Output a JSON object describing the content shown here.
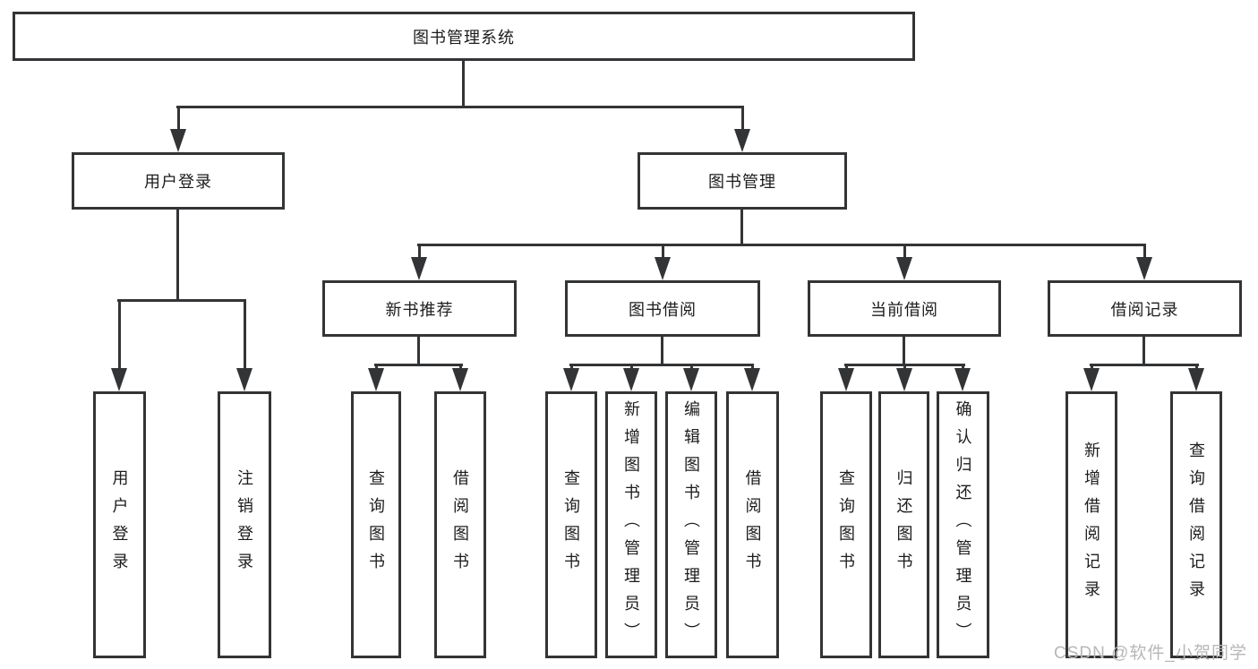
{
  "title": "图书管理系统",
  "colors": {
    "line": "#333436",
    "box_border": "#333436",
    "box_background": "#ffffff",
    "text": "#1c1c1e",
    "watermark": "#b7b7b7"
  },
  "nodes": {
    "root": "图书管理系统",
    "level2": [
      "用户登录",
      "图书管理"
    ],
    "level3": [
      "新书推荐",
      "图书借阅",
      "当前借阅",
      "借阅记录"
    ],
    "leaves": {
      "login": [
        "用户登录",
        "注销登录"
      ],
      "recommend": [
        "查询图书",
        "借阅图书"
      ],
      "borrow": [
        "查询图书",
        "新增图书（管理员）",
        "编辑图书（管理员）",
        "借阅图书"
      ],
      "current": [
        "查询图书",
        "归还图书",
        "确认归还（管理员）"
      ],
      "records": [
        "新增借阅记录",
        "查询借阅记录"
      ]
    }
  },
  "watermark": "CSDN @软件_小贺同学"
}
